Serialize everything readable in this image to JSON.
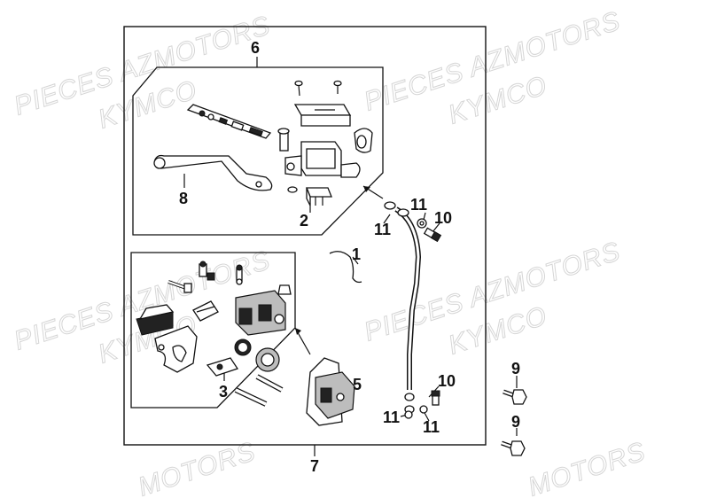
{
  "watermarks": [
    "PIECES AZMOTORS",
    "KYMCO",
    "PIECES AZMOTORS",
    "KYMCO",
    "PIECES AZMOTORS",
    "KYMCO",
    "PIECES AZMOTORS",
    "KYMCO",
    "MOTORS",
    "MOTORS"
  ],
  "callouts": [
    "6",
    "8",
    "2",
    "1",
    "11",
    "11",
    "10",
    "3",
    "5",
    "10",
    "11",
    "11",
    "9",
    "9",
    "7"
  ],
  "colors": {
    "line": "#111111",
    "watermark": "#d6d6d6",
    "background": "#ffffff"
  }
}
